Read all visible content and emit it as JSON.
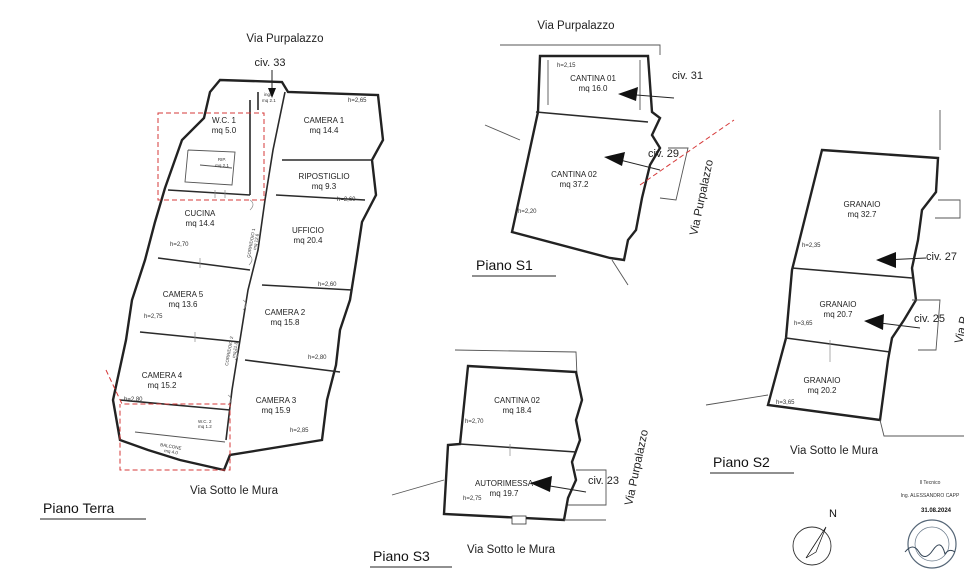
{
  "streets": {
    "via_purpalazzo": "Via Purpalazzo",
    "via_sotto_le_mura": "Via Sotto le Mura",
    "via_truncated": "Via P"
  },
  "civici": {
    "c33": "civ. 33",
    "c31": "civ. 31",
    "c29": "civ. 29",
    "c27": "civ. 27",
    "c25": "civ. 25",
    "c23": "civ. 23"
  },
  "levels": {
    "terra": "Piano Terra",
    "s1": "Piano S1",
    "s2": "Piano S2",
    "s3": "Piano S3"
  },
  "piano_terra": {
    "wc": {
      "name": "W.C. 1",
      "area": "mq 5.0"
    },
    "rip": {
      "name": "RIP.",
      "area": "mq 2.1"
    },
    "ingresso": {
      "name": "ingr.",
      "area": "mq 2.1"
    },
    "camera1": {
      "name": "CAMERA 1",
      "area": "mq 14.4",
      "h": "h=2,65"
    },
    "ripostiglio": {
      "name": "RIPOSTIGLIO",
      "area": "mq 9.3",
      "h": "h=2,60"
    },
    "cucina": {
      "name": "CUCINA",
      "area": "mq 14.4",
      "h": "h=2,70"
    },
    "ufficio": {
      "name": "UFFICIO",
      "area": "mq 20.4",
      "h": "h=2,60"
    },
    "corridoio1": {
      "name": "CORRIDOIO 1",
      "area": "mq 12.6"
    },
    "camera5": {
      "name": "CAMERA 5",
      "area": "mq 13.6",
      "h": "h=2,75"
    },
    "camera2": {
      "name": "CAMERA 2",
      "area": "mq 15.8",
      "h": "h=2,80"
    },
    "corridoio2": {
      "name": "CORRIDOIO 2",
      "area": "mq 11.8"
    },
    "camera4": {
      "name": "CAMERA 4",
      "area": "mq 15.2",
      "h": "h=2,80"
    },
    "camera3": {
      "name": "CAMERA 3",
      "area": "mq 15.9",
      "h": "h=2,85"
    },
    "wc2": {
      "name": "W.C. 2",
      "area": "mq 1.2"
    },
    "balcone": {
      "name": "BALCONE",
      "area": "mq 4.0"
    }
  },
  "piano_s1": {
    "cantina01": {
      "name": "CANTINA 01",
      "area": "mq 16.0",
      "h": "h=2,15"
    },
    "cantina02": {
      "name": "CANTINA 02",
      "area": "mq 37.2",
      "h": "h=2,20"
    }
  },
  "piano_s2": {
    "granaio1": {
      "name": "GRANAIO",
      "area": "mq 32.7",
      "h": "h=2,35"
    },
    "granaio2": {
      "name": "GRANAIO",
      "area": "mq 20.7",
      "h": "h=3,65"
    },
    "granaio3": {
      "name": "GRANAIO",
      "area": "mq 20.2",
      "h": "h=3,65"
    }
  },
  "piano_s3": {
    "cantina02": {
      "name": "CANTINA 02",
      "area": "mq 18.4",
      "h": "h=2,70"
    },
    "autorimessa": {
      "name": "AUTORIMESSA",
      "area": "mq 19.7",
      "h": "h=2,75"
    }
  },
  "signature": {
    "role": "Il Tecnico",
    "name": "Ing. ALESSANDRO CAPP",
    "date": "31.08.2024"
  },
  "north": "N"
}
